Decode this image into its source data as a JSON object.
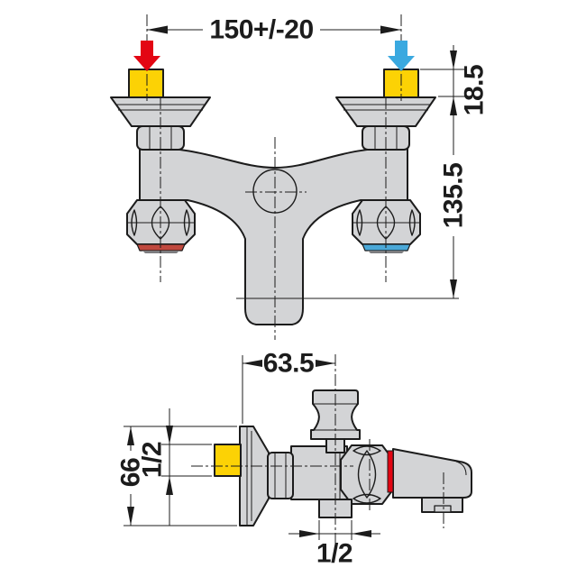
{
  "labels": {
    "inlet_spacing": "150+/-20",
    "inlet_height": "18.5",
    "overall_height": "135.5",
    "wall_to_diverter": "63.5",
    "escutcheon_height": "66",
    "inlet_thread": "1/2",
    "outlet_thread": "1/2"
  },
  "colors": {
    "line": "#1c1c1c",
    "body": "#d3d4d6",
    "brass": "#fcd205",
    "hot": "#e30613",
    "cold": "#3aa9e0",
    "hot_ring": "#c0483e",
    "cold_ring": "#4aa8d8"
  }
}
